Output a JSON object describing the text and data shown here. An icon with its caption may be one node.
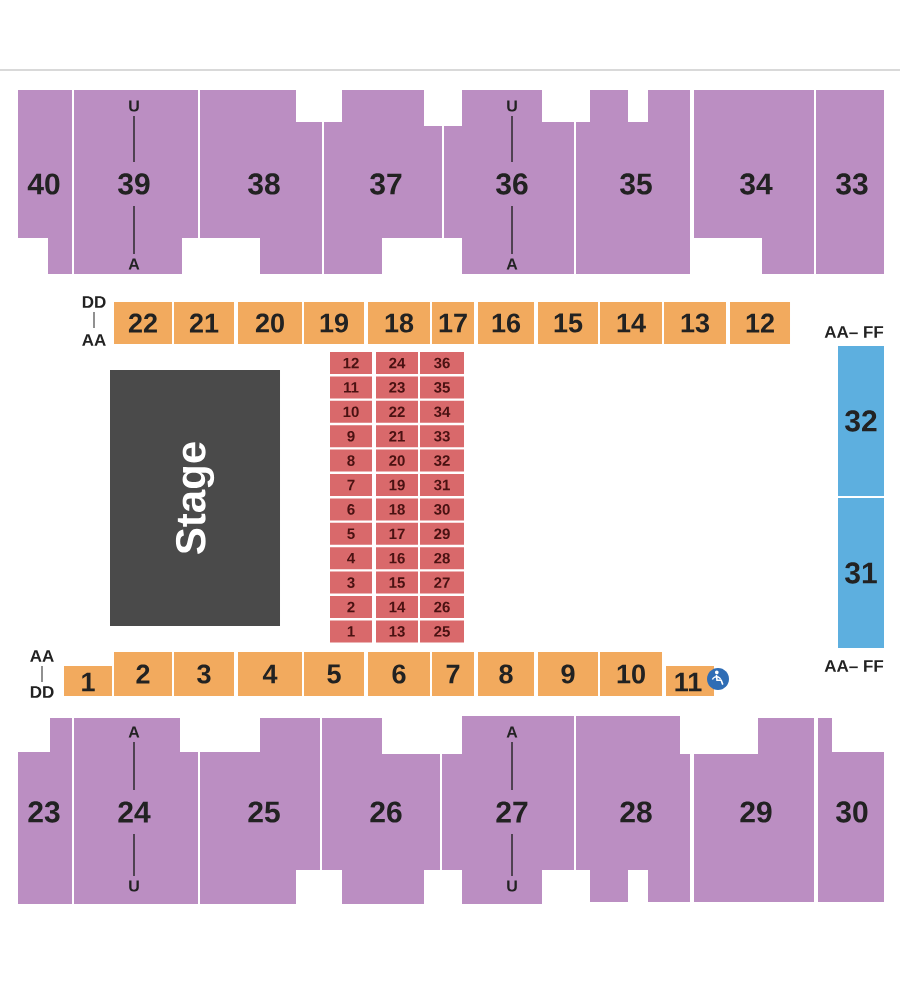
{
  "diagram": {
    "nodes": [
      {
        "text": [
          "40"
        ]
      },
      {
        "text": [
          "U",
          "39",
          "A"
        ]
      },
      {
        "text": [
          "38"
        ]
      },
      {
        "text": [
          "37"
        ]
      },
      {
        "text": [
          "U",
          "36",
          "A"
        ]
      },
      {
        "text": [
          "35"
        ]
      },
      {
        "text": [
          "34"
        ]
      },
      {
        "text": [
          "33"
        ]
      },
      {
        "text": [
          "22"
        ]
      },
      {
        "text": [
          "21"
        ]
      },
      {
        "text": [
          "20"
        ]
      },
      {
        "text": [
          "19"
        ]
      },
      {
        "text": [
          "18"
        ]
      },
      {
        "text": [
          "17"
        ]
      },
      {
        "text": [
          "16"
        ]
      },
      {
        "text": [
          "15"
        ]
      },
      {
        "text": [
          "14"
        ]
      },
      {
        "text": [
          "13"
        ]
      },
      {
        "text": [
          "12"
        ]
      },
      {
        "text": [
          "Stage"
        ]
      },
      {
        "text": [
          "12"
        ]
      },
      {
        "text": [
          "24"
        ]
      },
      {
        "text": [
          "36"
        ]
      },
      {
        "text": [
          "11"
        ]
      },
      {
        "text": [
          "23"
        ]
      },
      {
        "text": [
          "35"
        ]
      },
      {
        "text": [
          "10"
        ]
      },
      {
        "text": [
          "22"
        ]
      },
      {
        "text": [
          "34"
        ]
      },
      {
        "text": [
          "9"
        ]
      },
      {
        "text": [
          "21"
        ]
      },
      {
        "text": [
          "33"
        ]
      },
      {
        "text": [
          "8"
        ]
      },
      {
        "text": [
          "20"
        ]
      },
      {
        "text": [
          "32"
        ]
      },
      {
        "text": [
          "7"
        ]
      },
      {
        "text": [
          "19"
        ]
      },
      {
        "text": [
          "31"
        ]
      },
      {
        "text": [
          "6"
        ]
      },
      {
        "text": [
          "18"
        ]
      },
      {
        "text": [
          "30"
        ]
      },
      {
        "text": [
          "5"
        ]
      },
      {
        "text": [
          "17"
        ]
      },
      {
        "text": [
          "29"
        ]
      },
      {
        "text": [
          "4"
        ]
      },
      {
        "text": [
          "16"
        ]
      },
      {
        "text": [
          "28"
        ]
      },
      {
        "text": [
          "3"
        ]
      },
      {
        "text": [
          "15"
        ]
      },
      {
        "text": [
          "27"
        ]
      },
      {
        "text": [
          "2"
        ]
      },
      {
        "text": [
          "14"
        ]
      },
      {
        "text": [
          "26"
        ]
      },
      {
        "text": [
          "1"
        ]
      },
      {
        "text": [
          "13"
        ]
      },
      {
        "text": [
          "25"
        ]
      },
      {
        "text": [
          "32"
        ]
      },
      {
        "text": [
          "31"
        ]
      },
      {
        "text": [
          "1"
        ]
      },
      {
        "text": [
          "2"
        ]
      },
      {
        "text": [
          "3"
        ]
      },
      {
        "text": [
          "4"
        ]
      },
      {
        "text": [
          "5"
        ]
      },
      {
        "text": [
          "6"
        ]
      },
      {
        "text": [
          "7"
        ]
      },
      {
        "text": [
          "8"
        ]
      },
      {
        "text": [
          "9"
        ]
      },
      {
        "text": [
          "10"
        ]
      },
      {
        "text": [
          "11"
        ]
      },
      {
        "text": [
          "23"
        ]
      },
      {
        "text": [
          "A",
          "24",
          "U"
        ]
      },
      {
        "text": [
          "25"
        ]
      },
      {
        "text": [
          "26"
        ]
      },
      {
        "text": [
          "A",
          "27",
          "U"
        ]
      },
      {
        "text": [
          "28"
        ]
      },
      {
        "text": [
          "29"
        ]
      },
      {
        "text": [
          "30"
        ]
      }
    ],
    "labels": [
      "DD",
      "AA",
      "AA– FF",
      "AA",
      "DD",
      "AA– FF"
    ]
  }
}
